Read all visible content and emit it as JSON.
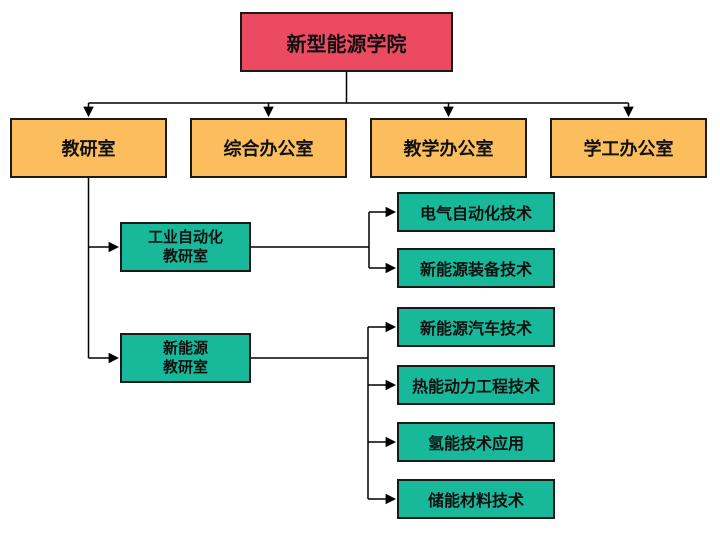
{
  "diagram": {
    "title": "新型能源学院",
    "root": {
      "label": "新型能源学院"
    },
    "departments": [
      {
        "label": "教研室"
      },
      {
        "label": "综合办公室"
      },
      {
        "label": "教学办公室"
      },
      {
        "label": "学工办公室"
      }
    ],
    "groups": [
      {
        "label": "工业自动化\n教研室"
      },
      {
        "label": "新能源\n教研室"
      }
    ],
    "programs": [
      {
        "label": "电气自动化技术"
      },
      {
        "label": "新能源装备技术"
      },
      {
        "label": "新能源汽车技术"
      },
      {
        "label": "热能动力工程技术"
      },
      {
        "label": "氢能技术应用"
      },
      {
        "label": "储能材料技术"
      }
    ],
    "colors": {
      "root_fill": "#EB4A61",
      "department_fill": "#FCBE5C",
      "group_fill": "#17B99A",
      "border": "#1a1a1a",
      "line": "#000000",
      "text": "#111111",
      "background": "#ffffff"
    }
  }
}
